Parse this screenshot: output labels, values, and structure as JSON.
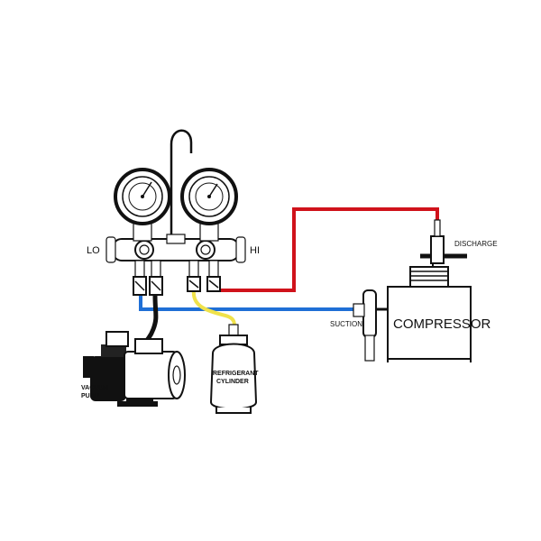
{
  "labels": {
    "lo": "LO",
    "hi": "HI",
    "discharge": "DISCHARGE",
    "suction": "SUCTION",
    "compressor": "COMPRESSOR",
    "vacuum_pump_line1": "VACUUM",
    "vacuum_pump_line2": "PUMP",
    "cylinder_line1": "REFRIGERANT",
    "cylinder_line2": "CYLINDER"
  },
  "colors": {
    "high_side_hose": "#d0121b",
    "low_side_hose": "#1f6fd6",
    "service_hose": "#f0e24a",
    "vacuum_hose": "#111111"
  },
  "icons": [
    "pressure-gauge-icon",
    "vacuum-pump-icon",
    "refrigerant-cylinder-icon",
    "compressor-icon"
  ]
}
